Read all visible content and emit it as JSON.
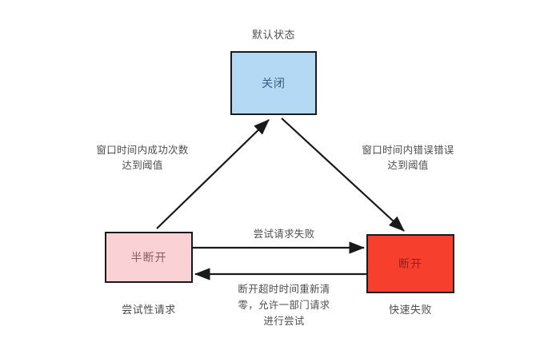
{
  "diagram": {
    "title_hidden": "",
    "nodes": [
      {
        "id": "closed",
        "label": "关闭",
        "caption": "默认状态",
        "fill": "#b3d9f5",
        "text_color": "#3b5a80",
        "border": "#1a1a1a"
      },
      {
        "id": "half-open",
        "label": "半断开",
        "caption": "尝试性请求",
        "fill": "#fad2d6",
        "text_color": "#8a5a60",
        "border": "#1a1a1a"
      },
      {
        "id": "open",
        "label": "断开",
        "caption": "快速失败",
        "fill": "#f73f2e",
        "text_color": "#8c2418",
        "border": "#1a1a1a"
      }
    ],
    "edges": [
      {
        "id": "half-open-to-closed",
        "from": "half-open",
        "to": "closed",
        "label": "窗口时间内成功次数\n达到阈值"
      },
      {
        "id": "closed-to-open",
        "from": "closed",
        "to": "open",
        "label": "窗口时间内错误错误\n达到阈值"
      },
      {
        "id": "half-open-to-open",
        "from": "half-open",
        "to": "open",
        "label": "尝试请求失败"
      },
      {
        "id": "open-to-half-open",
        "from": "open",
        "to": "half-open",
        "label": "断开超时时间重新清\n零，允许一部门请求\n进行尝试"
      }
    ],
    "colors": {
      "line": "#1a1a1a",
      "background": "#ffffff",
      "label_text": "#4d4d4d"
    }
  }
}
